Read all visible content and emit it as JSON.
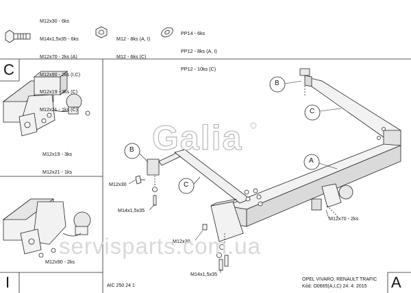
{
  "hardware": {
    "bolts": [
      "M12x30 - 6ks",
      "M14x1,5x35 - 6ks",
      "M12x70 - 2ks (A)",
      "M12x90 - 2ks (I,C)",
      "M12x19 - 3ks (C)",
      "M12x21 - 1ks (C)"
    ],
    "nuts": [
      "M12 - 8ks (A, I)",
      "M12 - 6ks (C)"
    ],
    "washers": [
      "PP14 - 6ks",
      "PP12 - 8ks (A, I)",
      "PP12 - 10ks (C)"
    ]
  },
  "panels": {
    "c_letter": "C",
    "c_labels": [
      "M12x19 - 3ks",
      "M12x21 - 1ks"
    ],
    "i_letter": "I",
    "i_label": "M12x90 - 2ks"
  },
  "main": {
    "part_b_top": "B",
    "part_c_top": "C",
    "part_b_left": "B",
    "part_c_mid": "C",
    "part_a": "A",
    "labels": {
      "m12x30_left": "M12x30",
      "m14_left": "M14x1,5x35",
      "m12x70": "M12x70 - 2ks",
      "m12x30_bottom": "M12x30",
      "m14_bottom": "M14x1,5x35"
    }
  },
  "logo_text": "Galia",
  "watermark": "servisparts.com.ua",
  "footer": {
    "left": "AIC 250 24 1",
    "right_line1": "OPEL VIVARO, RENAULT TRAFIC",
    "right_line2": "Kód: O0665(A,I,C)  24. 4. 2015",
    "letter": "A"
  }
}
